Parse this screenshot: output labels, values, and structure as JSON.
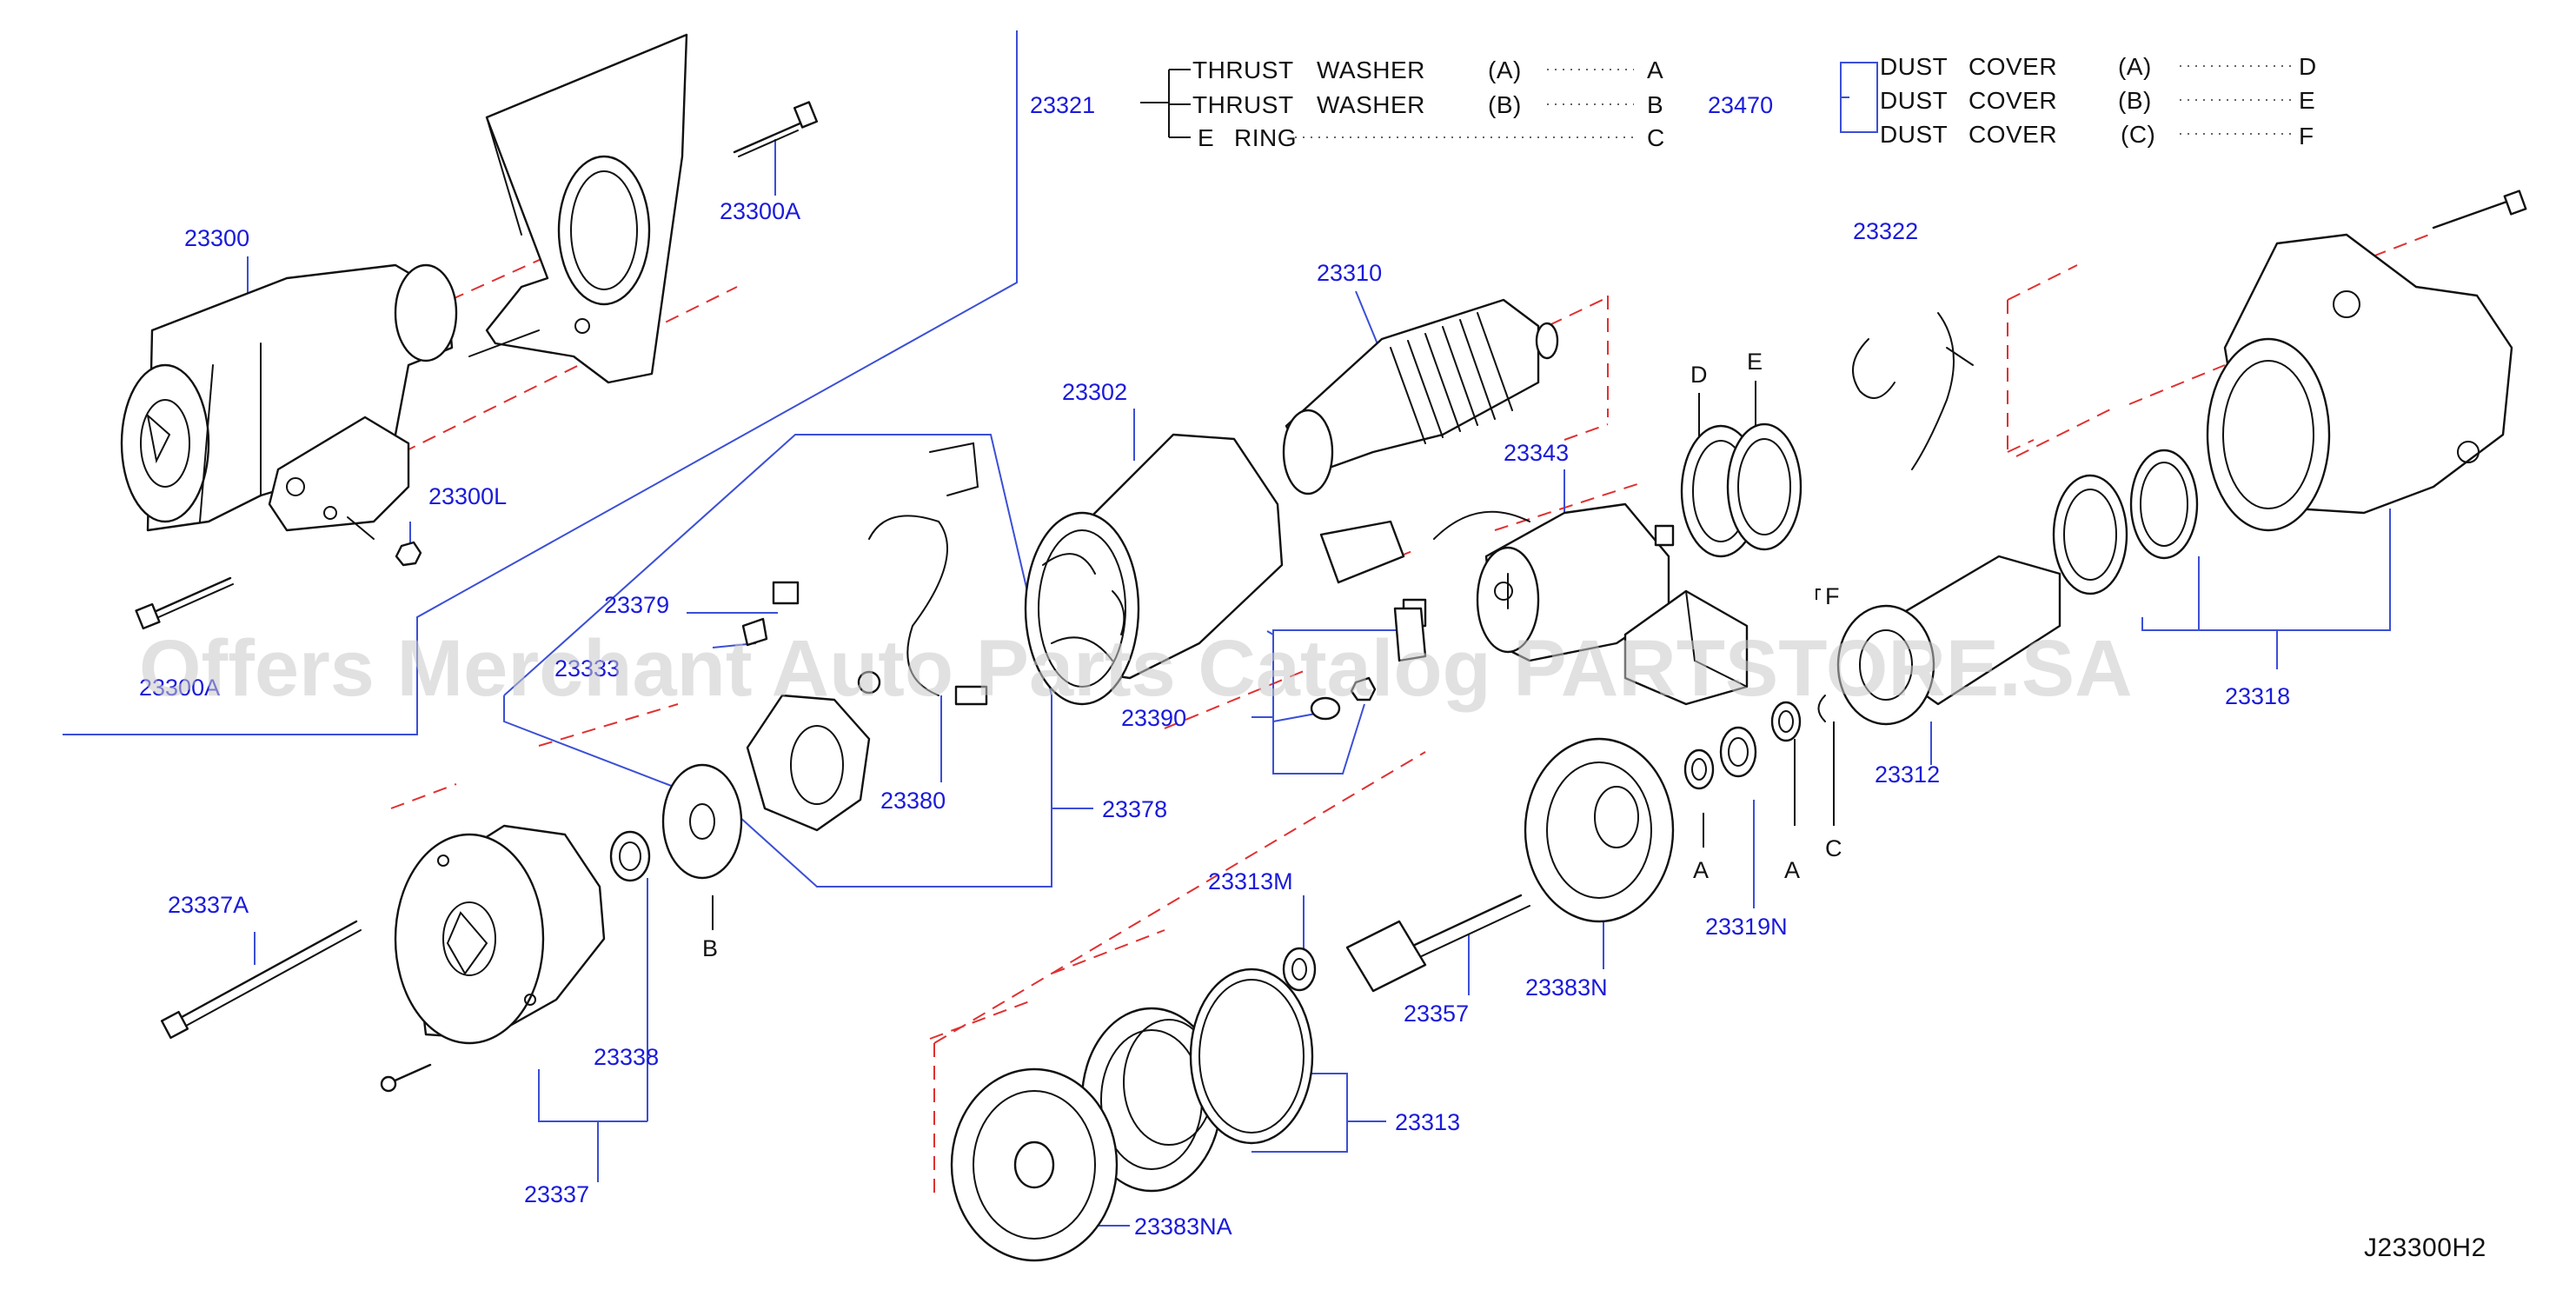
{
  "legend_thrust": {
    "ref": "23321",
    "rows": [
      {
        "name": "THRUST",
        "word": "WASHER",
        "variant": "(A)",
        "key": "A"
      },
      {
        "name": "THRUST",
        "word": "WASHER",
        "variant": "(B)",
        "key": "B"
      },
      {
        "name": "E",
        "word": "RING",
        "variant": "",
        "key": "C"
      }
    ]
  },
  "legend_dust": {
    "ref": "23470",
    "rows": [
      {
        "name": "DUST",
        "word": "COVER",
        "variant": "(A)",
        "key": "D"
      },
      {
        "name": "DUST",
        "word": "COVER",
        "variant": "(B)",
        "key": "E"
      },
      {
        "name": "DUST",
        "word": "COVER",
        "variant": "(C)",
        "key": "F"
      }
    ]
  },
  "parts": {
    "p23300": "23300",
    "p23300A": "23300A",
    "p23300L": "23300L",
    "p23300A_lower": "23300A",
    "p23310": "23310",
    "p23302": "23302",
    "p23343": "23343",
    "p23322": "23322",
    "p23379": "23379",
    "p23380": "23380",
    "p23378": "23378",
    "p23390": "23390",
    "p23312": "23312",
    "p23318": "23318",
    "p23319N": "23319N",
    "p23337A": "23337A",
    "p23338": "23338",
    "p23337": "23337",
    "p23313M": "23313M",
    "p23357": "23357",
    "p23383N": "23383N",
    "p23313": "23313",
    "p23383NA": "23383NA",
    "p23333": "23333"
  },
  "keys": {
    "A1": "A",
    "A2": "A",
    "B": "B",
    "C": "C",
    "D": "D",
    "E": "E",
    "F": "F"
  },
  "watermark": "Offers Merchant Auto Parts Catalog PARTSTORE.SA",
  "diagram_code": "J23300H2"
}
